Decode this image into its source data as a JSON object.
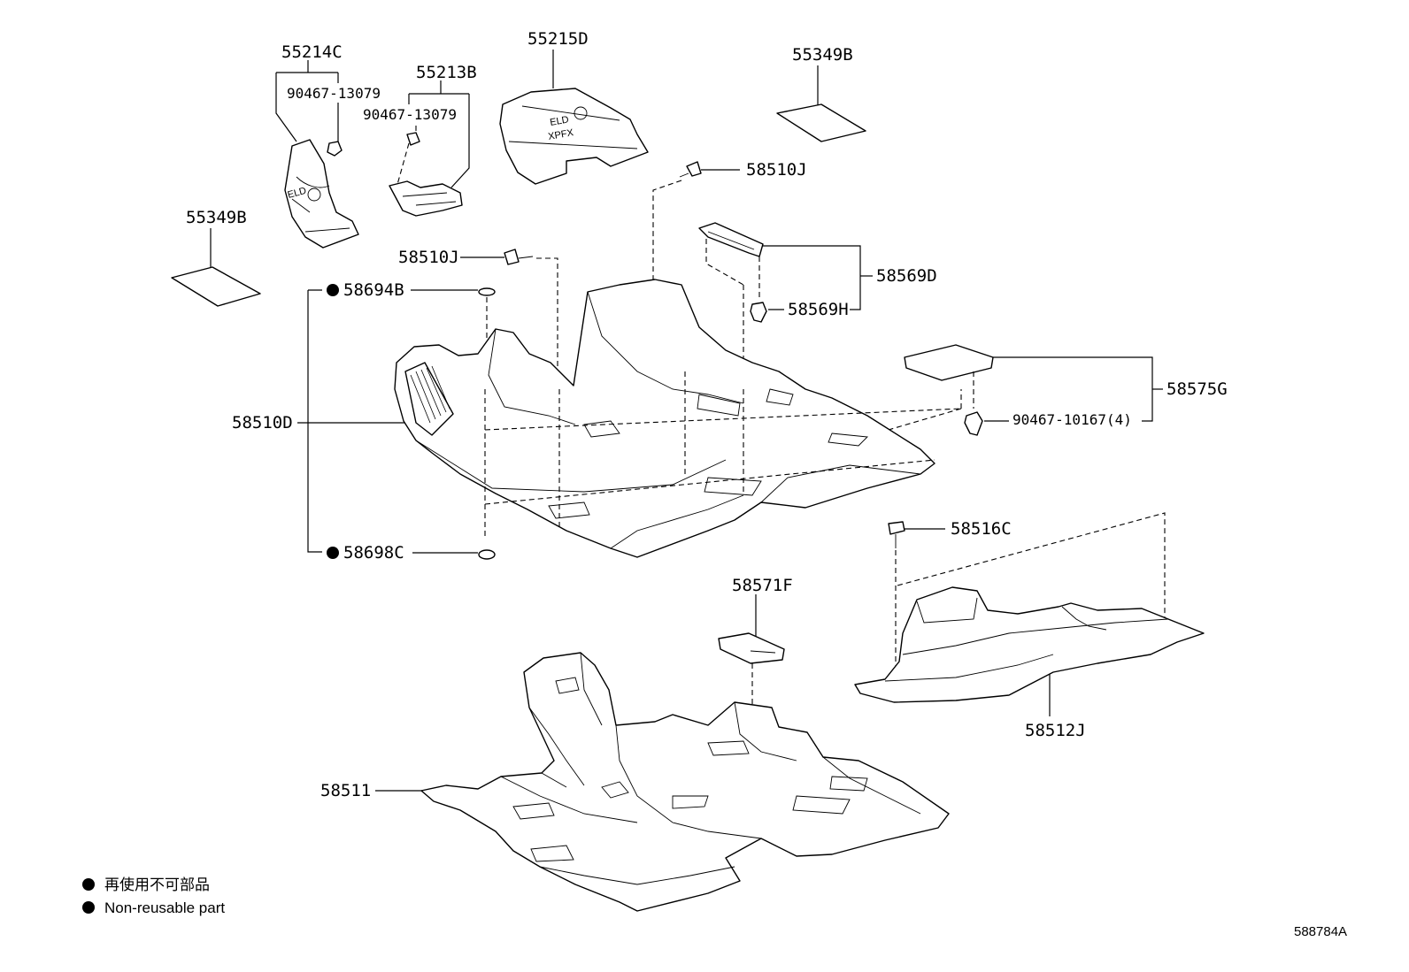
{
  "parts": {
    "p55214C": "55214C",
    "p90467_13079_a": "90467-13079",
    "p55213B": "55213B",
    "p90467_13079_b": "90467-13079",
    "p55215D": "55215D",
    "p55349B_top": "55349B",
    "p55349B_left": "55349B",
    "p58510J_top": "58510J",
    "p58510J_mid": "58510J",
    "p58569D": "58569D",
    "p58569H": "58569H",
    "p58694B": "58694B",
    "p58575G": "58575G",
    "p90467_10167": "90467-10167(4)",
    "p58510D": "58510D",
    "p58698C": "58698C",
    "p58516C": "58516C",
    "p58571F": "58571F",
    "p58512J": "58512J",
    "p58511": "58511"
  },
  "legend": {
    "jp": "再使用不可部品",
    "en": "Non-reusable part"
  },
  "ref_code": "588784A"
}
